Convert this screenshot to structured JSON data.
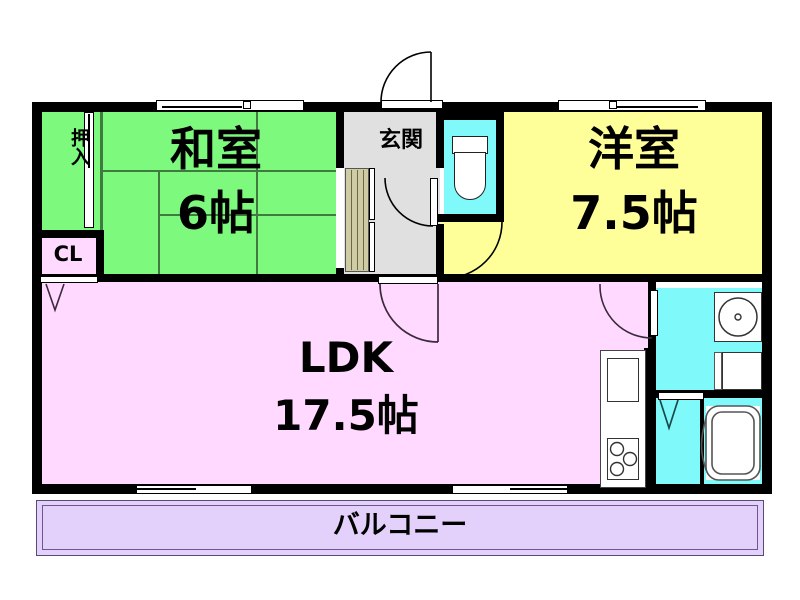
{
  "plan": {
    "type": "japanese-floor-plan",
    "title": "間取り図",
    "colors": {
      "tatami_green": "#7dfa7d",
      "western_yellow": "#ffff99",
      "ldk_pink": "#ffd9ff",
      "balcony_lavender": "#e3d1fb",
      "water_cyan": "#7ff9f9",
      "genkan_gray": "#e0e0e0",
      "fusuma_beige": "#cfcba3",
      "wall_black": "#000000",
      "fixture_white": "#ffffff"
    },
    "rooms": [
      {
        "id": "washitsu",
        "name_line1": "和室",
        "name_line2": "6帖",
        "kind": "japanese-room",
        "color": "#7dfa7d"
      },
      {
        "id": "yoshitsu",
        "name_line1": "洋室",
        "name_line2": "7.5帖",
        "kind": "western-room",
        "color": "#ffff99"
      },
      {
        "id": "ldk",
        "name_line1": "LDK",
        "name_line2": "17.5帖",
        "kind": "living-dining-kitchen",
        "color": "#ffd9ff"
      },
      {
        "id": "balcony",
        "name_line1": "バルコニー",
        "name_line2": "",
        "kind": "balcony",
        "color": "#e3d1fb"
      },
      {
        "id": "genkan",
        "name_line1": "玄関",
        "name_line2": "",
        "kind": "entrance",
        "color": "#e0e0e0"
      },
      {
        "id": "closet_cl",
        "name_line1": "CL",
        "name_line2": "",
        "kind": "closet",
        "color": "#ffd9ff"
      },
      {
        "id": "oshiire",
        "name_line1": "押入",
        "name_line2": "",
        "kind": "japanese-closet",
        "color": "#7dfa7d"
      },
      {
        "id": "toilet",
        "name_line1": "",
        "name_line2": "",
        "kind": "toilet",
        "color": "#7ff9f9"
      },
      {
        "id": "washroom",
        "name_line1": "",
        "name_line2": "",
        "kind": "washroom",
        "color": "#7ff9f9"
      },
      {
        "id": "bath",
        "name_line1": "",
        "name_line2": "",
        "kind": "bathroom",
        "color": "#7ff9f9"
      }
    ],
    "fixtures": [
      {
        "id": "toilet-bowl",
        "label": "toilet"
      },
      {
        "id": "vanity-sink",
        "label": "washbasin"
      },
      {
        "id": "washer-space",
        "label": "washing-machine-space"
      },
      {
        "id": "bathtub",
        "label": "bathtub"
      },
      {
        "id": "kitchen-sink",
        "label": "kitchen-sink"
      },
      {
        "id": "gas-stove",
        "label": "three-burner-stove"
      }
    ],
    "openings": [
      {
        "id": "entrance-door",
        "type": "hinged-door"
      },
      {
        "id": "genkan-inner-door",
        "type": "hinged-door"
      },
      {
        "id": "toilet-door",
        "type": "hinged-door"
      },
      {
        "id": "yoshitsu-door",
        "type": "hinged-door"
      },
      {
        "id": "ldk-hall-door",
        "type": "hinged-door"
      },
      {
        "id": "washroom-door",
        "type": "hinged-door"
      },
      {
        "id": "fusuma",
        "type": "sliding-door"
      },
      {
        "id": "window-washitsu",
        "type": "sliding-window"
      },
      {
        "id": "window-yoshitsu",
        "type": "sliding-window"
      },
      {
        "id": "balcony-window-left",
        "type": "sliding-window"
      },
      {
        "id": "balcony-window-right",
        "type": "sliding-window"
      }
    ]
  }
}
